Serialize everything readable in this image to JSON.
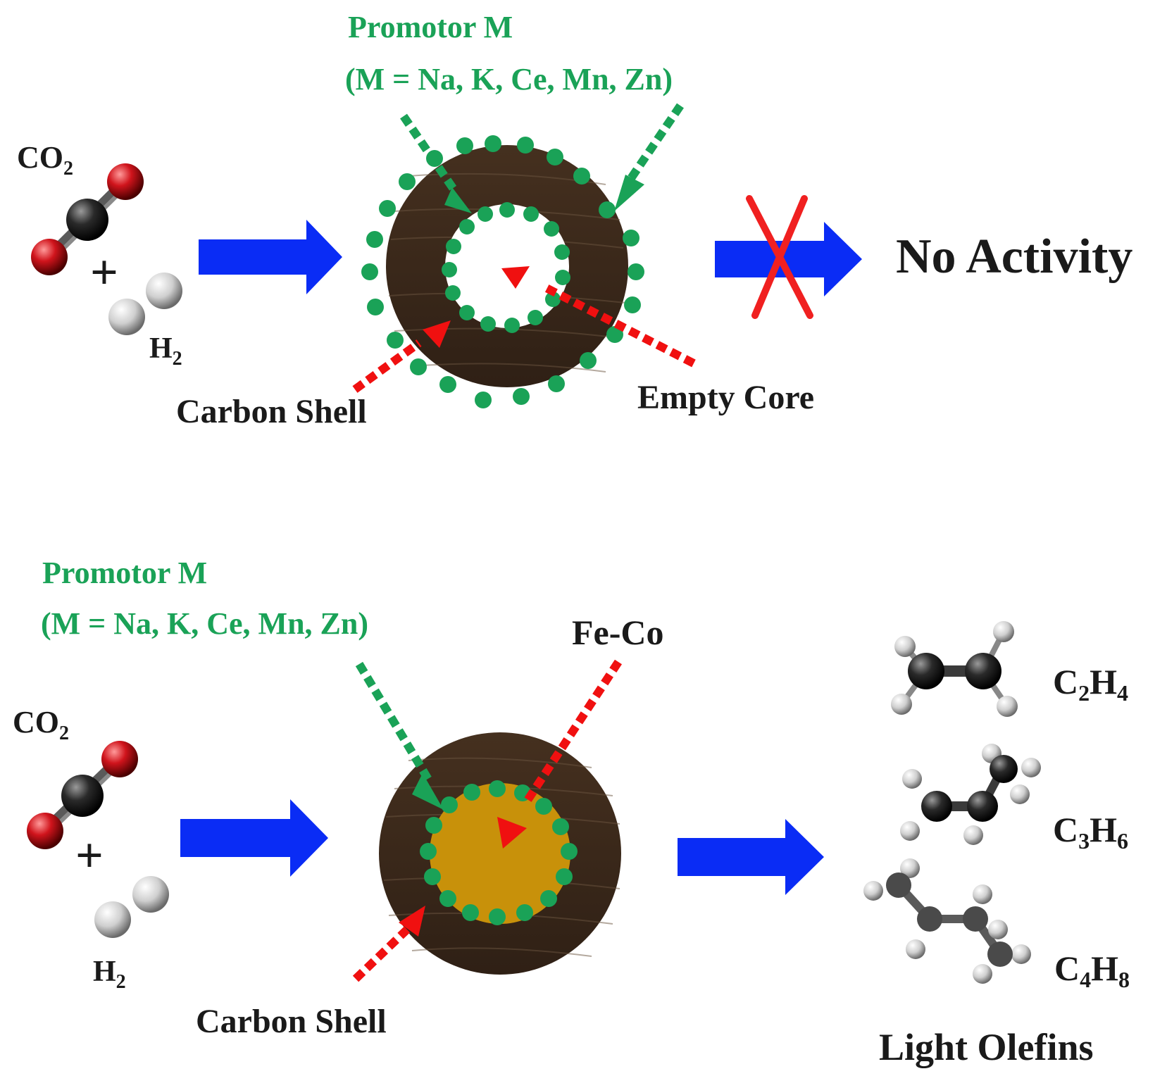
{
  "top": {
    "reactant_1": "CO",
    "reactant_1_sub": "2",
    "plus": "+",
    "reactant_2": "H",
    "reactant_2_sub": "2",
    "promotor_title": "Promotor M",
    "promotor_list": "(M = Na, K, Ce, Mn, Zn)",
    "carbon_shell": "Carbon Shell",
    "empty_core": "Empty Core",
    "result": "No Activity"
  },
  "bottom": {
    "reactant_1": "CO",
    "reactant_1_sub": "2",
    "plus": "+",
    "reactant_2": "H",
    "reactant_2_sub": "2",
    "promotor_title": "Promotor M",
    "promotor_list": "(M = Na, K, Ce, Mn, Zn)",
    "core_label": "Fe-Co",
    "carbon_shell": "Carbon Shell",
    "products": [
      {
        "c": "C",
        "c_sub": "2",
        "h": "H",
        "h_sub": "4"
      },
      {
        "c": "C",
        "c_sub": "3",
        "h": "H",
        "h_sub": "6"
      },
      {
        "c": "C",
        "c_sub": "4",
        "h": "H",
        "h_sub": "8"
      }
    ],
    "products_label": "Light Olefins"
  },
  "colors": {
    "arrow": "#0a2cf5",
    "promoter": "#1aa257",
    "pointer_red": "#f01010",
    "shell": "#3e2a1b",
    "fe_co_core": "#c8910a",
    "cross": "#f02020",
    "oxygen": "#d0141c",
    "carbon_atom": "#222222",
    "hydrogen": "#dcdcdc"
  }
}
